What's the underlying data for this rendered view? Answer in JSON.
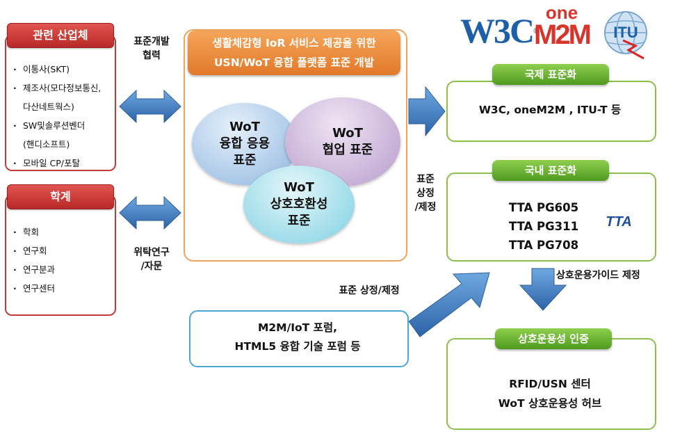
{
  "industry": {
    "title": "관련 산업체",
    "items": [
      "이통사(SKT)",
      "제조사(모다정보통신,",
      "다산네트웍스)",
      "SW및솔루션벤더",
      "(핸디소프트)",
      "모바일 CP/포탈"
    ]
  },
  "academia": {
    "title": "학계",
    "items": [
      "학회",
      "연구회",
      "연구분과",
      "연구센터"
    ]
  },
  "labels": {
    "coop_line1": "표준개발",
    "coop_line2": "협력",
    "consult_line1": "위탁연구",
    "consult_line2": "/자문",
    "std_make_line1": "표준",
    "std_make_line2": "상정",
    "std_make_line3": "/제정",
    "std_submit": "표준 상정/제정",
    "guide": "상호운용가이드 제정"
  },
  "center": {
    "title_line1": "생활체감형 IoR 서비스 제공을 위한",
    "title_line2": "USN/WoT 융합 플랫폼 표준 개발",
    "ellipse1": [
      "WoT",
      "융합 응용",
      "표준"
    ],
    "ellipse2": [
      "WoT",
      "협업 표준"
    ],
    "ellipse3": [
      "WoT",
      "상호호환성",
      "표준"
    ]
  },
  "forum": {
    "line1": "M2M/IoT 포럼,",
    "line2": "HTML5 융합 기술 포럼 등"
  },
  "intl": {
    "title": "국제 표준화",
    "body": "W3C, oneM2M , ITU-T 등"
  },
  "domestic": {
    "title": "국내 표준화",
    "lines": [
      "TTA PG605",
      "TTA PG311",
      "TTA PG708"
    ]
  },
  "cert": {
    "title": "상호운용성 인증",
    "line1": "RFID/USN 센터",
    "line2": "WoT 상호운용성 허브"
  },
  "logos": {
    "w3c": "W3C",
    "reg": "®",
    "onem2m_top": "one",
    "onem2m_bottom": "M2M",
    "itu": "ITU",
    "tta": "TTA"
  },
  "colors": {
    "red": "#c23a3a",
    "orange": "#e2792a",
    "green": "#4e9a1f",
    "blue_arrow": "#3f7fc1",
    "light_blue": "#4aa7d8"
  }
}
